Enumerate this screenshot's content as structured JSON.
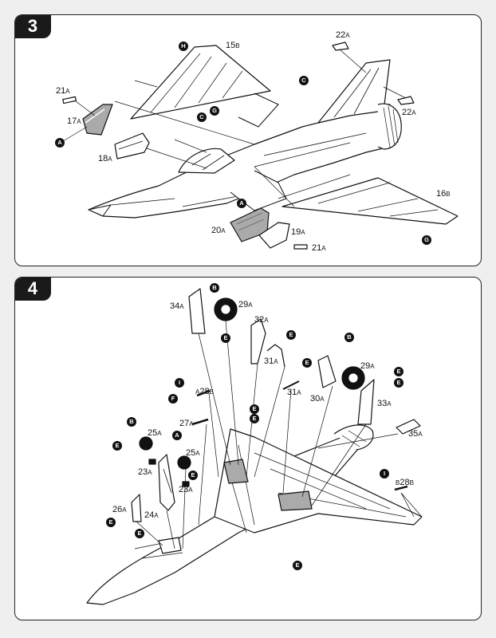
{
  "steps": {
    "s3": {
      "number": "3",
      "parts": {
        "p15b": {
          "num": "15",
          "suf": "B"
        },
        "p21a_tl": {
          "num": "21",
          "suf": "A"
        },
        "p17a": {
          "num": "17",
          "suf": "A"
        },
        "p18a": {
          "num": "18",
          "suf": "A"
        },
        "p22a_top": {
          "num": "22",
          "suf": "A"
        },
        "p22a_right": {
          "num": "22",
          "suf": "A"
        },
        "p16b": {
          "num": "16",
          "suf": "B"
        },
        "p20a": {
          "num": "20",
          "suf": "A"
        },
        "p19a": {
          "num": "19",
          "suf": "A"
        },
        "p21a_b": {
          "num": "21",
          "suf": "A"
        }
      },
      "markers": {
        "h_wing": "H",
        "a_intake": "A",
        "c_wing": "C",
        "c_spine": "C",
        "g_spine": "G",
        "a_bottom": "A",
        "g_wing": "G"
      }
    },
    "s4": {
      "number": "4",
      "parts": {
        "p34a": {
          "num": "34",
          "suf": "A"
        },
        "p29a_l": {
          "num": "29",
          "suf": "A"
        },
        "p32a": {
          "num": "32",
          "suf": "A"
        },
        "p31a_top": {
          "num": "31",
          "suf": "A"
        },
        "p29a_r": {
          "num": "29",
          "suf": "A"
        },
        "p28b_l": {
          "num": "28",
          "pre": "A",
          "suf": "B"
        },
        "p31a_mid": {
          "num": "31",
          "suf": "A"
        },
        "p30a": {
          "num": "30",
          "suf": "A"
        },
        "p33a": {
          "num": "33",
          "suf": "A"
        },
        "p27a": {
          "num": "27",
          "suf": "A"
        },
        "p25a_l": {
          "num": "25",
          "suf": "A"
        },
        "p25a_r": {
          "num": "25",
          "suf": "A"
        },
        "p35a": {
          "num": "35",
          "suf": "A"
        },
        "p23a_l": {
          "num": "23",
          "suf": "A"
        },
        "p23a_r": {
          "num": "23",
          "suf": "A"
        },
        "p26a": {
          "num": "26",
          "suf": "A"
        },
        "p24a": {
          "num": "24",
          "suf": "A"
        },
        "p28b_r": {
          "num": "28",
          "pre": "B",
          "suf": "B"
        }
      },
      "markers": {
        "b_wheel_top": "B",
        "e_mid_top": "E",
        "e_strut_top": "E",
        "b_wheel_right": "B",
        "e_right_a": "E",
        "e_right_b": "E",
        "e_31a": "E",
        "i_left": "I",
        "f_left": "F",
        "b_nose": "B",
        "e_nose_left": "E",
        "a_nose": "A",
        "e_nose_wheel": "E",
        "e_fuselage": "E",
        "e_bay_left": "E",
        "e_26a": "E",
        "e_nose_bay": "E",
        "e_bottom": "E",
        "i_right": "I"
      }
    }
  }
}
